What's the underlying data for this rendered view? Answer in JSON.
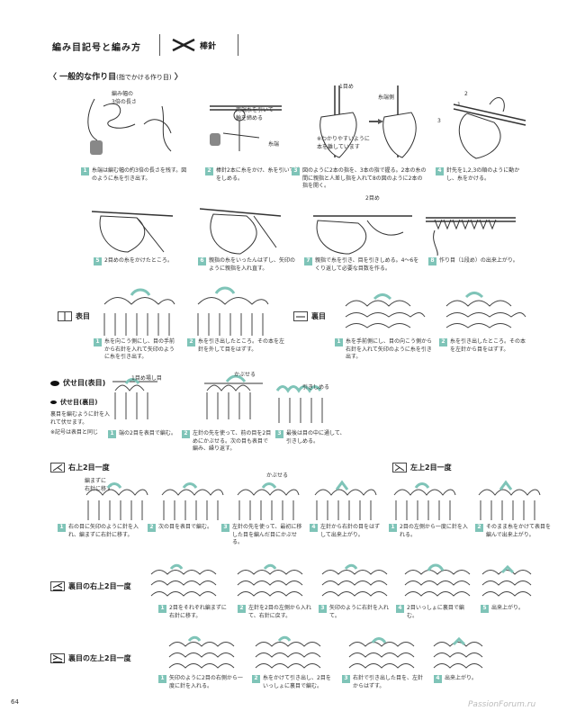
{
  "header": {
    "title": "編み目記号と編み方",
    "bracket_label": "棒針"
  },
  "section_cast_on": {
    "title": "一般的な作り目",
    "subtitle": "(指でかける作り目)",
    "illustration_labels": {
      "yarn_length": "編み幅の\n3倍の長さ",
      "pull_loop": "両端糸を引いて\n輪を締める",
      "yarn_end": "糸端",
      "first_row": "1目め",
      "yarn_side": "糸端側",
      "note": "※わかりやすいように\n本を離しています",
      "second_row": "2目め",
      "nums": [
        "2",
        "1",
        "3"
      ]
    },
    "steps": [
      {
        "n": "1",
        "text": "糸端は編む幅の約3倍の長さを残す。図のように糸を引き出す。"
      },
      {
        "n": "2",
        "text": "棒針2本に糸をかけ、糸を引いて輪をしめる。"
      },
      {
        "n": "3",
        "text": "図のように2本の指を、3本の指で握る。2本の糸の間に親指と人差し指を入れて8の図のように2本の指を開く。"
      },
      {
        "n": "4",
        "text": "針先を1,2,3の順のように動かし、糸をかける。"
      },
      {
        "n": "5",
        "text": "2目めの糸をかけたところ。"
      },
      {
        "n": "6",
        "text": "親指の糸をいったんはずし、矢印のように親指を入れ直す。"
      },
      {
        "n": "7",
        "text": "親指で糸を引き、目を引きしめる。4〜6をくり返して必要な目数を作る。"
      },
      {
        "n": "8",
        "text": "作り目（1段め）の出来上がり。"
      }
    ]
  },
  "section_knit": {
    "title": "表目",
    "steps": [
      {
        "n": "1",
        "text": "糸を向こう側にし、目の手前から右針を入れて矢印のように糸を引き出す。"
      },
      {
        "n": "2",
        "text": "糸を引き出したところ。その本を左針を外して目をはずす。"
      }
    ]
  },
  "section_purl": {
    "title": "裏目",
    "steps": [
      {
        "n": "1",
        "text": "糸を手前側にし、目の向こう側から右針を入れて矢印のように糸を引き出す。"
      },
      {
        "n": "2",
        "text": "糸を引き出したところ。その本を左針から目をはずす。"
      }
    ]
  },
  "section_bindoff": {
    "title": "伏せ目(表目)",
    "purl_title": "伏せ目(裏目)",
    "purl_note": "裏目を編むように針を入れて伏せます。",
    "symbol_note": "※記号は表目と同じ",
    "labels": {
      "first": "1目め場し目",
      "cover": "かぶせる",
      "tighten": "引きしめる"
    },
    "steps": [
      {
        "n": "1",
        "text": "端の2目を表目で編む。"
      },
      {
        "n": "2",
        "text": "左針の先を使って、前の目を2目めにかぶせる。次の目も表目で編み、繰り返す。"
      },
      {
        "n": "3",
        "text": "最後は目の中に通して、引きしめる。"
      }
    ]
  },
  "section_k2tog_right": {
    "title": "右上2目一度",
    "labels": {
      "slip": "編まずに\n右針に移す",
      "cover": "かぶせる"
    },
    "steps": [
      {
        "n": "1",
        "text": "右の目に矢印のように針を入れ、編まずに右針に移す。"
      },
      {
        "n": "2",
        "text": "次の目を表目で編む。"
      },
      {
        "n": "3",
        "text": "左針の先を使って、最初に移した目を編んだ目にかぶせる。"
      },
      {
        "n": "4",
        "text": "左針から右針の目をはずして出来上がり。"
      }
    ]
  },
  "section_k2tog_left": {
    "title": "左上2目一度",
    "steps": [
      {
        "n": "1",
        "text": "2目の左側から一度に針を入れる。"
      },
      {
        "n": "2",
        "text": "そのまま糸をかけて表目を編んで出来上がり。"
      }
    ]
  },
  "section_p2tog_right": {
    "title": "裏目の右上2目一度",
    "steps": [
      {
        "n": "1",
        "text": "2目をそれぞれ編まずに右針に移す。"
      },
      {
        "n": "2",
        "text": "左針を2目の左側から入れて、右針に戻す。"
      },
      {
        "n": "3",
        "text": "矢印のように右針を入れて。"
      },
      {
        "n": "4",
        "text": "2目いっしょに裏目で編む。"
      },
      {
        "n": "5",
        "text": "出来上がり。"
      }
    ]
  },
  "section_p2tog_left": {
    "title": "裏目の左上2目一度",
    "steps": [
      {
        "n": "1",
        "text": "矢印のように2目の右側から一度に針を入れる。"
      },
      {
        "n": "2",
        "text": "糸をかけて引き出し、2目をいっしょに裏目で編む。"
      },
      {
        "n": "3",
        "text": "右針で引き出した目を、左針からはずす。"
      },
      {
        "n": "4",
        "text": "出来上がり。"
      }
    ]
  },
  "footer": {
    "page_number": "64",
    "watermark": "PassionForum.ru"
  },
  "colors": {
    "accent": "#7fc4b8",
    "ink": "#333333"
  }
}
